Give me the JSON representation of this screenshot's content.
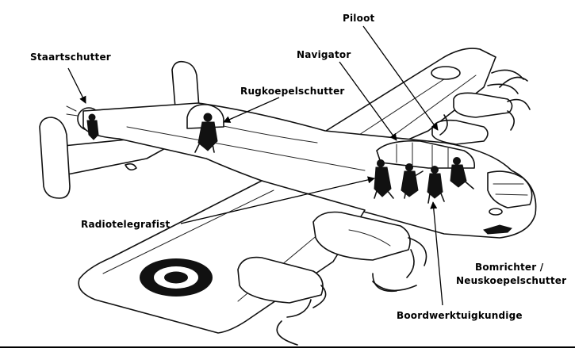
{
  "labels": {
    "staartschutter": "Staartschutter",
    "rugkoepelschutter": "Rugkoepelschutter",
    "navigator": "Navigator",
    "piloot": "Piloot",
    "radiotelegrafist": "Radiotelegrafist",
    "bomrichter_line1": "Bomrichter /",
    "bomrichter_line2": "Neuskoepelschutter",
    "boordwerktuigkundige": "Boordwerktuigkundige"
  }
}
